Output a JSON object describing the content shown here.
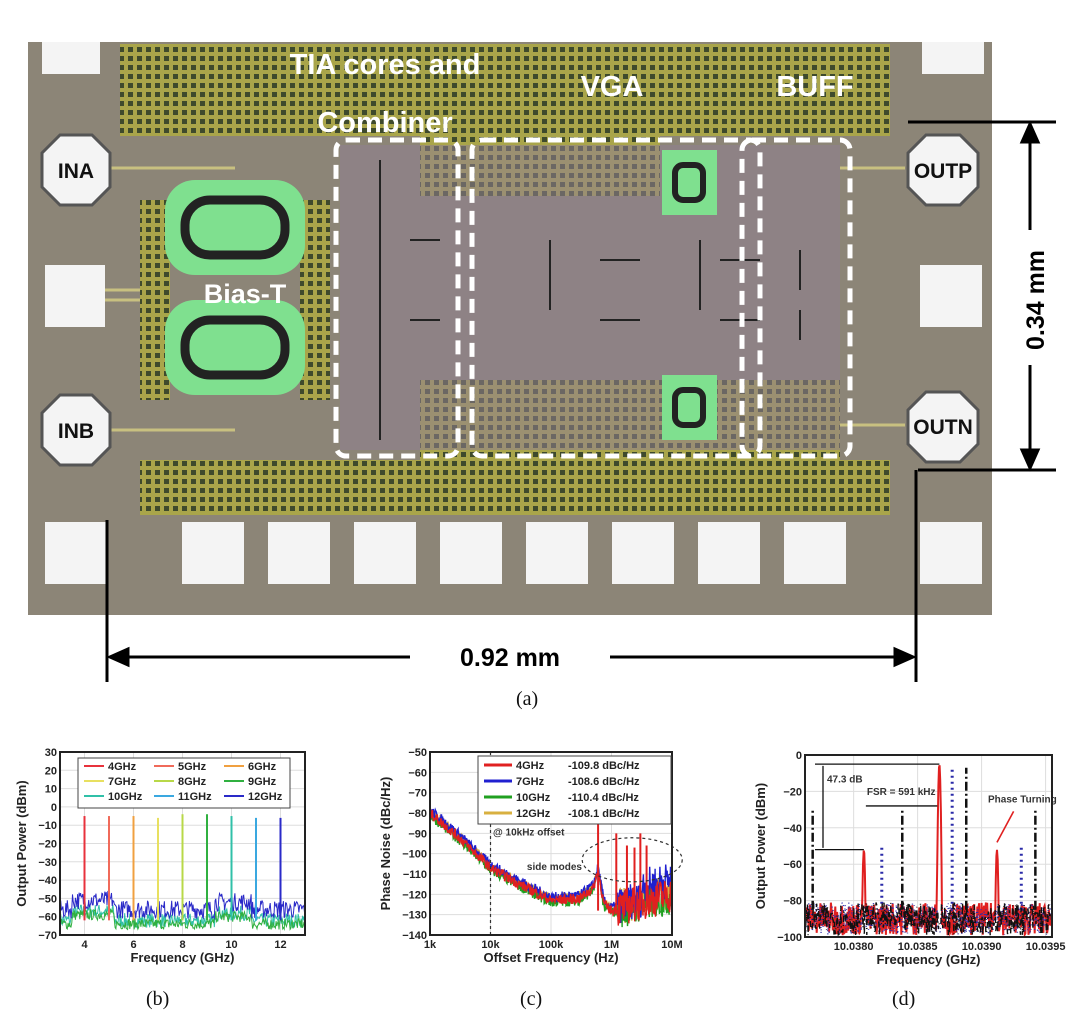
{
  "figure": {
    "captions": {
      "a": "(a)",
      "b": "(b)",
      "c": "(c)",
      "d": "(d)"
    },
    "chip": {
      "block_labels": {
        "tia_line1": "TIA cores and",
        "tia_line2": "Combiner",
        "vga": "VGA",
        "buff": "BUFF",
        "bias_t": "Bias-T"
      },
      "pad_labels": {
        "ina": "INA",
        "inb": "INB",
        "outp": "OUTP",
        "outn": "OUTN"
      },
      "dimensions": {
        "height": "0.34 mm",
        "width": "0.92 mm"
      },
      "colors": {
        "substrate": "#8c8577",
        "metal_fill": "#a9a54a",
        "dots": "#3e4a2c",
        "pad": "#f4f4f4",
        "inductor": "#7fe08f"
      }
    }
  },
  "chart_data": [
    {
      "id": "b",
      "type": "line",
      "title": "",
      "xlabel": "Frequency (GHz)",
      "ylabel": "Output Power (dBm)",
      "xlim": [
        3,
        13
      ],
      "ylim": [
        -70,
        30
      ],
      "xticks": [
        4,
        6,
        8,
        10,
        12
      ],
      "yticks": [
        30,
        20,
        10,
        0,
        -10,
        -20,
        -30,
        -40,
        -50,
        -60,
        -70
      ],
      "grid": true,
      "legend_placement": "top",
      "series": [
        {
          "name": "4GHz",
          "peak_freq": 4,
          "peak_power": -5,
          "color": "#e8323c"
        },
        {
          "name": "5GHz",
          "peak_freq": 5,
          "peak_power": -5,
          "color": "#f06a5a"
        },
        {
          "name": "6GHz",
          "peak_freq": 6,
          "peak_power": -5,
          "color": "#f0a040"
        },
        {
          "name": "7GHz",
          "peak_freq": 7,
          "peak_power": -6,
          "color": "#e8e060"
        },
        {
          "name": "8GHz",
          "peak_freq": 8,
          "peak_power": -4,
          "color": "#b8d848"
        },
        {
          "name": "9GHz",
          "peak_freq": 9,
          "peak_power": -4,
          "color": "#30b040"
        },
        {
          "name": "10GHz",
          "peak_freq": 10,
          "peak_power": -5,
          "color": "#30c0a8"
        },
        {
          "name": "11GHz",
          "peak_freq": 11,
          "peak_power": -6,
          "color": "#3aa8e0"
        },
        {
          "name": "12GHz",
          "peak_freq": 12,
          "peak_power": -6,
          "color": "#2a2ac8"
        }
      ],
      "noise_floor_dbm": -55
    },
    {
      "id": "c",
      "type": "line",
      "xlabel": "Offset Frequency (Hz)",
      "ylabel": "Phase Noise (dBc/Hz)",
      "xscale": "log",
      "xlim": [
        1000,
        10000000
      ],
      "ylim": [
        -140,
        -50
      ],
      "xticks": [
        1000,
        10000,
        100000,
        1000000,
        10000000
      ],
      "xticklabels": [
        "1k",
        "10k",
        "100k",
        "1M",
        "10M"
      ],
      "yticks": [
        -50,
        -60,
        -70,
        -80,
        -90,
        -100,
        -110,
        -120,
        -130,
        -140
      ],
      "grid": true,
      "legend_placement": "top-right",
      "series": [
        {
          "name": "4GHz",
          "value": "-109.8 dBc/Hz",
          "color": "#e02020"
        },
        {
          "name": "7GHz",
          "value": "-108.6 dBc/Hz",
          "color": "#2020d0"
        },
        {
          "name": "10GHz",
          "value": "-110.4 dBc/Hz",
          "color": "#20a020"
        },
        {
          "name": "12GHz",
          "value": "-108.1 dBc/Hz",
          "color": "#d8b040"
        }
      ],
      "curve": [
        [
          1000,
          -80
        ],
        [
          3000,
          -92
        ],
        [
          10000,
          -107
        ],
        [
          30000,
          -115
        ],
        [
          100000,
          -123
        ],
        [
          300000,
          -122
        ],
        [
          500000,
          -117
        ],
        [
          600000,
          -108
        ],
        [
          750000,
          -125
        ],
        [
          1000000,
          -128
        ],
        [
          3000000,
          -124
        ],
        [
          10000000,
          -120
        ]
      ],
      "side_modes": [
        [
          600000,
          -83
        ],
        [
          1200000,
          -90
        ],
        [
          1800000,
          -96
        ],
        [
          2400000,
          -97
        ],
        [
          3000000,
          -90
        ],
        [
          3800000,
          -96
        ]
      ],
      "annotations": {
        "offset": "@ 10kHz offset",
        "side_modes": "side modes"
      }
    },
    {
      "id": "d",
      "type": "line",
      "xlabel": "Frequency (GHz)",
      "ylabel": "Output Power (dBm)",
      "xlim": [
        10.03762,
        10.03955
      ],
      "ylim": [
        -100,
        0
      ],
      "xticks": [
        10.038,
        10.0385,
        10.039,
        10.0395
      ],
      "xticklabels": [
        "10.0380",
        "10.0385",
        "10.0390",
        "10.0395"
      ],
      "yticks": [
        0,
        -20,
        -40,
        -60,
        -80,
        -100
      ],
      "grid": true,
      "series": [
        {
          "name": "red-solid",
          "style": "solid",
          "color": "#e02020",
          "peaks": [
            [
              10.03808,
              -52
            ],
            [
              10.03867,
              -5
            ],
            [
              10.03912,
              -52
            ]
          ]
        },
        {
          "name": "blue-dotted",
          "style": "dotted",
          "color": "#2a2aa8",
          "peaks": [
            [
              10.03822,
              -50
            ],
            [
              10.03877,
              -7
            ],
            [
              10.03931,
              -50
            ]
          ]
        },
        {
          "name": "black-dashdot",
          "style": "dashdot",
          "color": "#111111",
          "peaks": [
            [
              10.03768,
              -30
            ],
            [
              10.03838,
              -30
            ],
            [
              10.03888,
              -7
            ],
            [
              10.03942,
              -30
            ]
          ]
        }
      ],
      "annotations": {
        "suppression": "47.3 dB",
        "fsr": "FSR = 591 kHz",
        "phase": "Phase Turning"
      }
    }
  ]
}
